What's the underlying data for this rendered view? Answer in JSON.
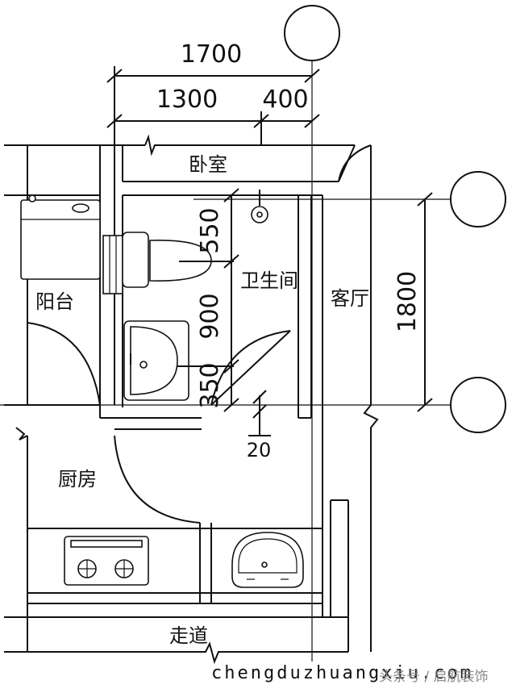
{
  "dimensions": {
    "top_total": "1700",
    "top_left": "1300",
    "top_right": "400",
    "right_total": "1800",
    "vertical_550": "550",
    "vertical_900": "900",
    "vertical_350": "350",
    "wall_thickness": "20"
  },
  "rooms": {
    "bedroom": "卧室",
    "bathroom": "卫生间",
    "living_room": "客厅",
    "balcony": "阳台",
    "kitchen": "厨房",
    "corridor": "走道"
  },
  "footer": {
    "site": "chengduzhuangxiu.com",
    "watermark": "头条号 / 启航装饰"
  }
}
